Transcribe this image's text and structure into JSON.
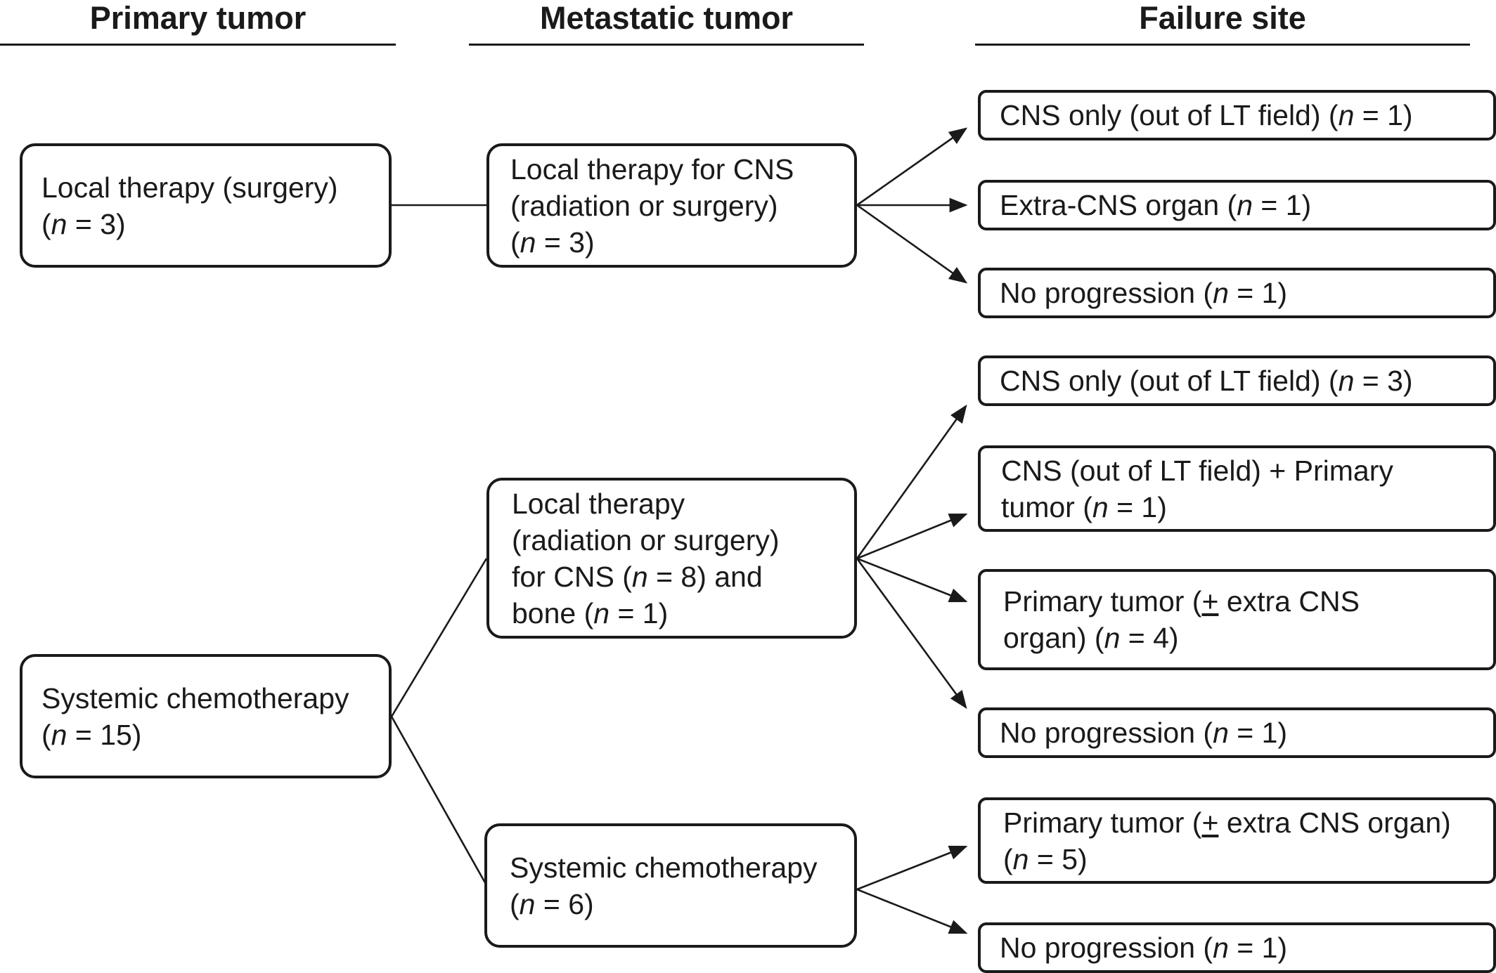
{
  "headers": {
    "primary": "Primary tumor",
    "metastatic": "Metastatic tumor",
    "failure": "Failure site"
  },
  "primary": {
    "local": [
      "Local therapy (surgery)",
      "(n = 3)"
    ],
    "systemic": [
      "Systemic chemotherapy",
      "(n = 15)"
    ]
  },
  "metastatic": {
    "local_cns": [
      "Local therapy for CNS",
      "(radiation or surgery)",
      "(n = 3)"
    ],
    "local_cns_bone": [
      "Local therapy",
      "(radiation or surgery)",
      "for CNS (n = 8) and",
      "bone (n = 1)"
    ],
    "systemic": [
      "Systemic chemotherapy",
      "(n = 6)"
    ]
  },
  "failure": {
    "f1": [
      "CNS only (out of LT field) (n = 1)"
    ],
    "f2": [
      "Extra-CNS organ (n = 1)"
    ],
    "f3": [
      "No progression (n = 1)"
    ],
    "f4": [
      "CNS only (out of LT field) (n = 3)"
    ],
    "f5": [
      "CNS (out of LT field) + Primary",
      "tumor (n = 1)"
    ],
    "f6": [
      "Primary tumor (+ extra CNS",
      "organ) (n = 4)"
    ],
    "f7": [
      "No progression (n = 1)"
    ],
    "f8": [
      "Primary tumor (+ extra CNS organ)",
      "(n = 5)"
    ],
    "f9": [
      "No progression (n = 1)"
    ]
  }
}
